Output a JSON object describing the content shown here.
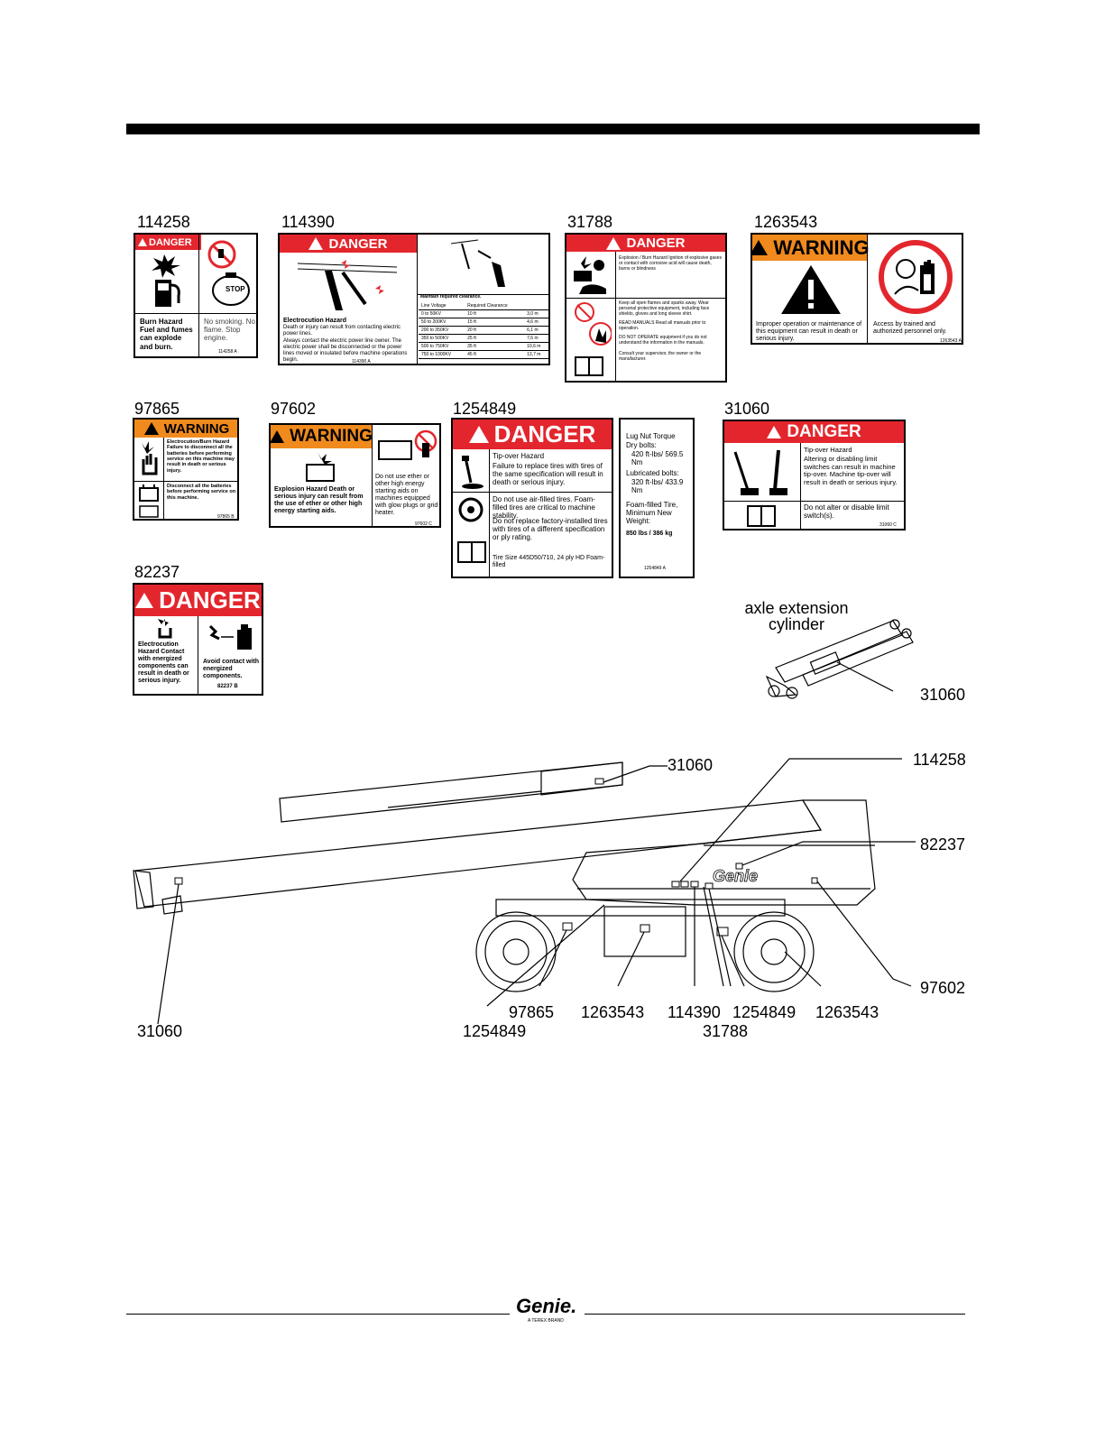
{
  "decals": {
    "d114258": {
      "part": "114258",
      "header": "DANGER",
      "text_left": "Burn Hazard Fuel and fumes can explode and burn.",
      "text_right": "No smoking. No flame. Stop engine.",
      "code": "114258 A",
      "stop": "STOP"
    },
    "d114390": {
      "part": "114390",
      "header": "DANGER",
      "title": "Electrocution Hazard",
      "text1": "Death or injury can result from contacting electric power lines.",
      "text2": "Always contact the electric power line owner. The electric power shall be disconnected or the power lines moved or insulated before machine operations begin.",
      "code": "114390 A",
      "table_title": "Maintain required clearance.",
      "table_head": [
        "Line Voltage",
        "Required Clearance",
        ""
      ],
      "rows": [
        [
          "0 to 50KV",
          "10 ft",
          "3,0 m"
        ],
        [
          "50 to 200KV",
          "15 ft",
          "4,6 m"
        ],
        [
          "200 to 350KV",
          "20 ft",
          "6,1 m"
        ],
        [
          "350 to 500KV",
          "25 ft",
          "7,6 m"
        ],
        [
          "500 to 750KV",
          "35 ft",
          "10,6 m"
        ],
        [
          "750 to 1000KV",
          "45 ft",
          "13,7 m"
        ]
      ]
    },
    "d31788": {
      "part": "31788",
      "header": "DANGER",
      "text1": "Explosion / Burn Hazard Ignition of explosive gases or contact with corrosive acid will cause death, burns or blindness",
      "text2": "Keep all open flames and sparks away. Wear personal protective equipment, including face shields, gloves and long sleeve shirt.",
      "text3": "READ MANUALS Read all manuals prior to operation.",
      "text4": "DO NOT OPERATE equipment if you do not understand the information in the manuals.",
      "text5": "Consult your supervisor, the owner or the manufacturer."
    },
    "d1263543": {
      "part": "1263543",
      "header": "WARNING",
      "text_left": "Improper operation or maintenance of this equipment can result in death or serious injury.",
      "text_right": "Access by trained and authorized personnel only.",
      "code": "1263543 A"
    },
    "d97865": {
      "part": "97865",
      "header": "WARNING",
      "text1": "Electrocution/Burn Hazard Failure to disconnect all the batteries before performing service on this machine may result in death or serious injury.",
      "text2": "Disconnect all the batteries before performing service on this machine.",
      "code": "97865 B"
    },
    "d97602": {
      "part": "97602",
      "header": "WARNING",
      "text_left": "Explosion Hazard Death or serious injury can result from the use of ether or other high energy starting aids.",
      "text_right": "Do not use ether or other high energy starting aids on machines equipped with glow plugs or grid heater.",
      "code": "97602 C"
    },
    "d1254849": {
      "part": "1254849",
      "header": "DANGER",
      "title": "Tip-over Hazard",
      "text1": "Failure to replace tires with tires of the same specification will result in death or serious injury.",
      "text2": "Do not use air-filled tires. Foam-filled tires are critical to machine stability.",
      "text3": "Do not replace factory-installed tires with tires of a different specification or ply rating.",
      "text4": "Tire Size 445D50/710, 24 ply HD Foam-filled",
      "side1": "Lug Nut Torque",
      "side2": "Dry bolts:",
      "side3": "420 ft-lbs/ 569.5 Nm",
      "side4": "Lubricated bolts:",
      "side5": "320 ft-lbs/ 433.9 Nm",
      "side6": "Foam-filled Tire, Minimum New Weight:",
      "side7": "850 lbs / 386 kg",
      "code": "1254849 A"
    },
    "d31060": {
      "part": "31060",
      "header": "DANGER",
      "title": "Tip-over Hazard",
      "text1": "Altering or disabling limit switches can result in machine tip-over. Machine tip-over will result in death or serious injury.",
      "text2": "Do not alter or disable limit switch(s).",
      "code": "31060 C"
    },
    "d82237": {
      "part": "82237",
      "header": "DANGER",
      "text_left": "Electrocution Hazard Contact with energized components can result in death or serious injury.",
      "text_right": "Avoid contact with energized components.",
      "code": "82237 B"
    }
  },
  "diagram": {
    "axle_label": "axle extension cylinder",
    "callouts": {
      "c_axle": "31060",
      "c_jib": "31060",
      "c_114258": "114258",
      "c_82237": "82237",
      "c_97602": "97602",
      "c_31060_left": "31060",
      "c_1254849_a": "1254849",
      "c_97865": "97865",
      "c_1263543_a": "1263543",
      "c_114390": "114390",
      "c_31788": "31788",
      "c_1254849_b": "1254849",
      "c_1263543_b": "1263543"
    },
    "machine_logo": "Genie"
  },
  "footer": {
    "logo": "Genie.",
    "tagline": "A TEREX BRAND"
  },
  "colors": {
    "danger": "#e3262d",
    "warning": "#f08a1d"
  }
}
